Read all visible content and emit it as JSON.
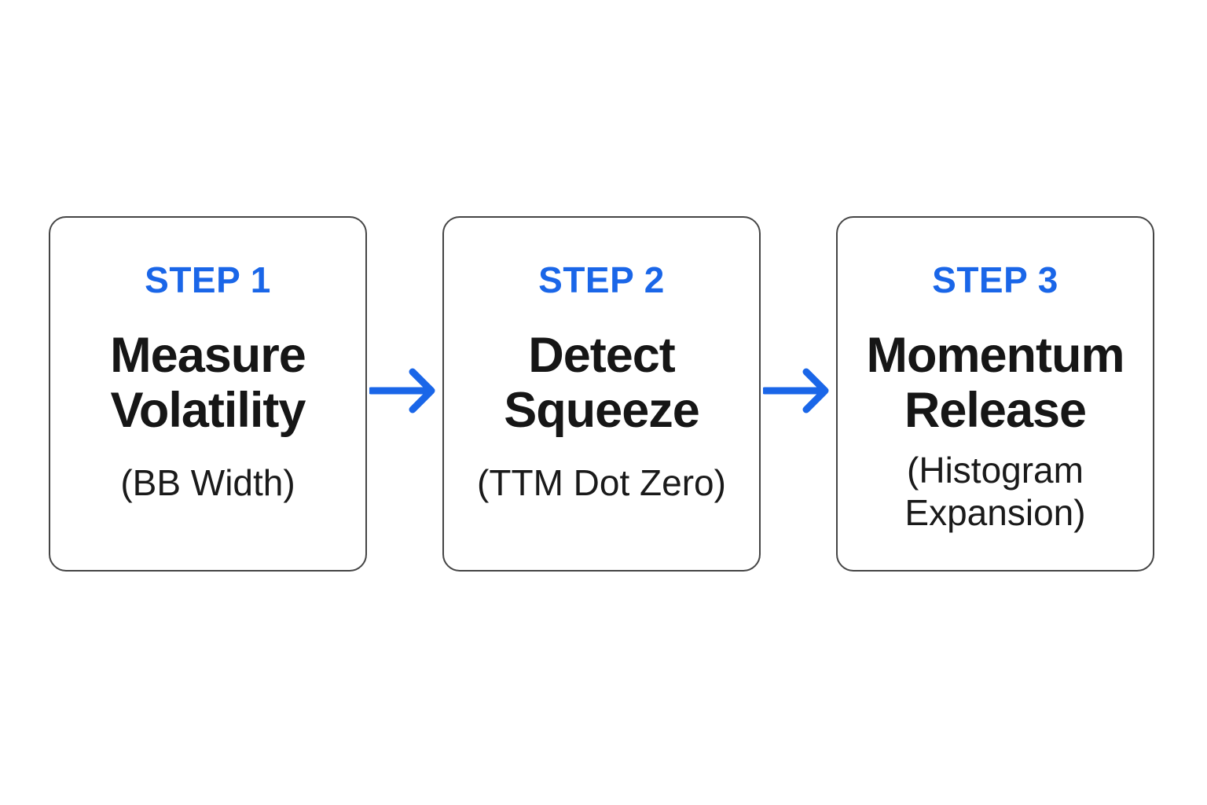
{
  "accent_color": "#1a66e8",
  "steps": [
    {
      "label": "STEP 1",
      "title_lines": [
        "Measure",
        "Volatility"
      ],
      "subtitle_lines": [
        "(BB Width)"
      ]
    },
    {
      "label": "STEP 2",
      "title_lines": [
        "Detect",
        "Squeeze"
      ],
      "subtitle_lines": [
        "(TTM Dot Zero)"
      ]
    },
    {
      "label": "STEP 3",
      "title_lines": [
        "Momentum",
        "Release"
      ],
      "subtitle_lines": [
        "(Histogram",
        "Expansion)"
      ]
    }
  ]
}
